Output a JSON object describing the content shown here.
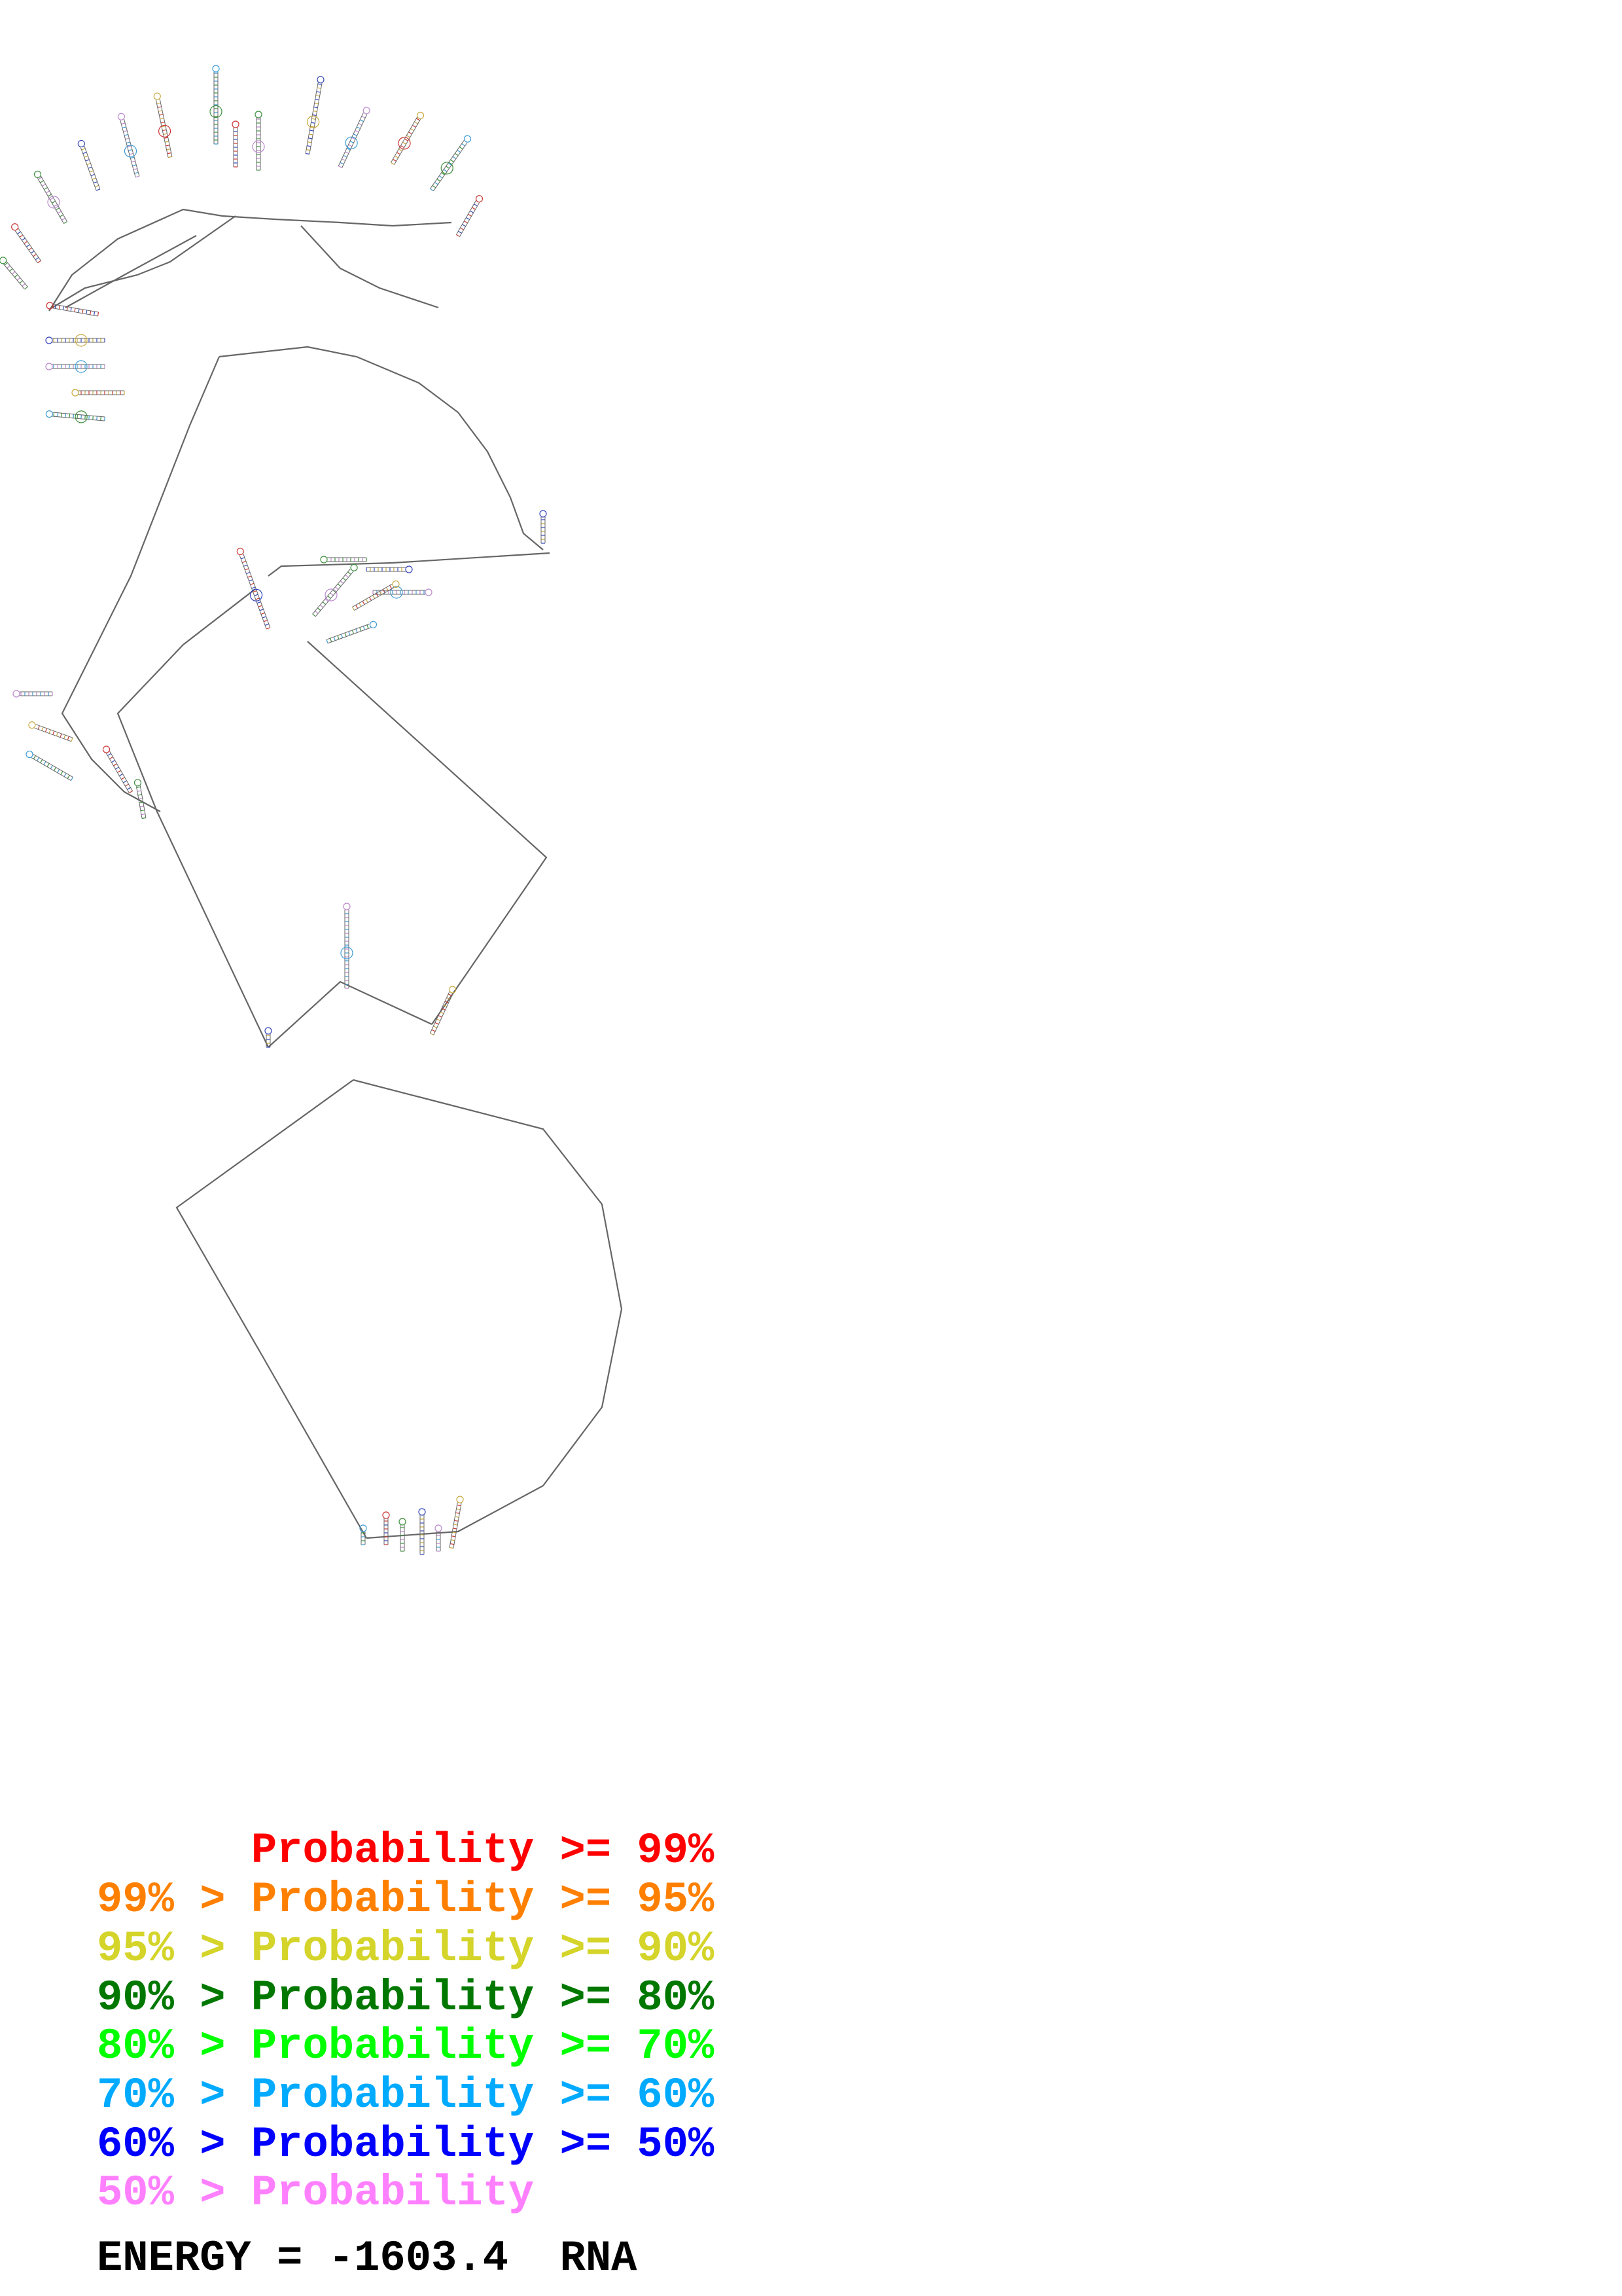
{
  "diagram": {
    "type": "rna-secondary-structure",
    "backbone_color": "#555555",
    "nucleotide_colors": [
      "#cc3333",
      "#3b8f3b",
      "#3344bb",
      "#bb88cc",
      "#c8a83a",
      "#3a9ad6"
    ]
  },
  "legend": {
    "items": [
      {
        "prefix": "",
        "label": "Probability",
        "suffix": ">= 99%",
        "color": "#ff0000"
      },
      {
        "prefix": "99% >",
        "label": "Probability",
        "suffix": ">= 95%",
        "color": "#ff8000"
      },
      {
        "prefix": "95% >",
        "label": "Probability",
        "suffix": ">= 90%",
        "color": "#d4d42a"
      },
      {
        "prefix": "90% >",
        "label": "Probability",
        "suffix": ">= 80%",
        "color": "#007800"
      },
      {
        "prefix": "80% >",
        "label": "Probability",
        "suffix": ">= 70%",
        "color": "#00ff00"
      },
      {
        "prefix": "70% >",
        "label": "Probability",
        "suffix": ">= 60%",
        "color": "#00aaff"
      },
      {
        "prefix": "60% >",
        "label": "Probability",
        "suffix": ">= 50%",
        "color": "#0000ff"
      },
      {
        "prefix": "50% >",
        "label": "Probability",
        "suffix": "",
        "color": "#ff80ff"
      }
    ]
  },
  "energy": {
    "label": "ENERGY",
    "equals": "=",
    "value": "-1603.4",
    "molecule": "RNA"
  }
}
